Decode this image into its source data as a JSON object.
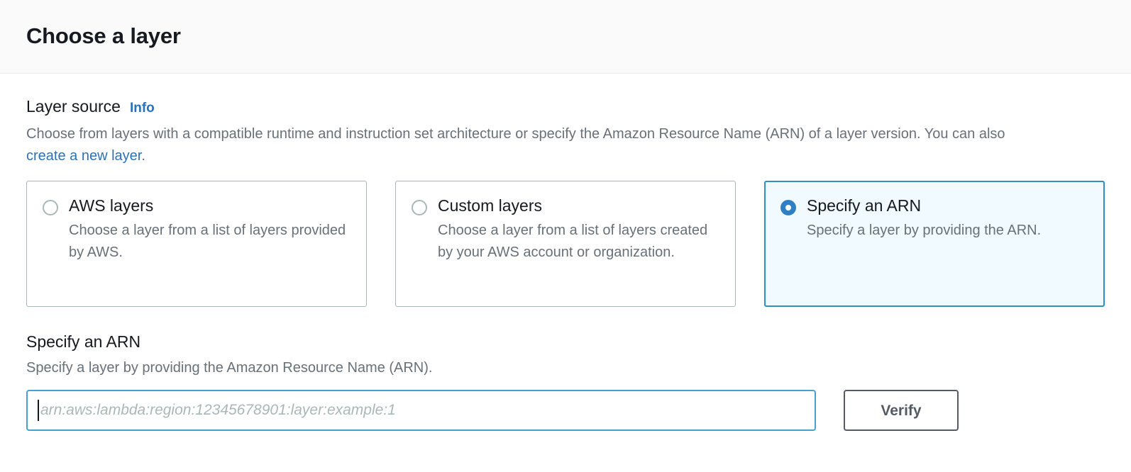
{
  "header": {
    "title": "Choose a layer"
  },
  "layer_source": {
    "label": "Layer source",
    "info_link": "Info",
    "description_part1": "Choose from layers with a compatible runtime and instruction set architecture or specify the Amazon Resource Name (ARN) of a layer version. You can also ",
    "description_link": "create a new layer",
    "description_part2": ".",
    "options": [
      {
        "title": "AWS layers",
        "description": "Choose a layer from a list of layers provided by AWS.",
        "selected": false
      },
      {
        "title": "Custom layers",
        "description": "Choose a layer from a list of layers created by your AWS account or organization.",
        "selected": false
      },
      {
        "title": "Specify an ARN",
        "description": "Specify a layer by providing the ARN.",
        "selected": true
      }
    ]
  },
  "arn_section": {
    "heading": "Specify an ARN",
    "subtext": "Specify a layer by providing the Amazon Resource Name (ARN).",
    "input_value": "",
    "input_placeholder": "arn:aws:lambda:region:12345678901:layer:example:1",
    "verify_label": "Verify"
  },
  "colors": {
    "accent_blue": "#2d72b8",
    "selected_card_border": "#2f8fc4",
    "selected_card_background": "#f1faff",
    "input_focus_border": "#44a2cb",
    "button_border": "#545b64",
    "text_primary": "#16191f",
    "text_secondary": "#687078",
    "card_border": "#aab7b8",
    "header_background": "#fafafa"
  }
}
